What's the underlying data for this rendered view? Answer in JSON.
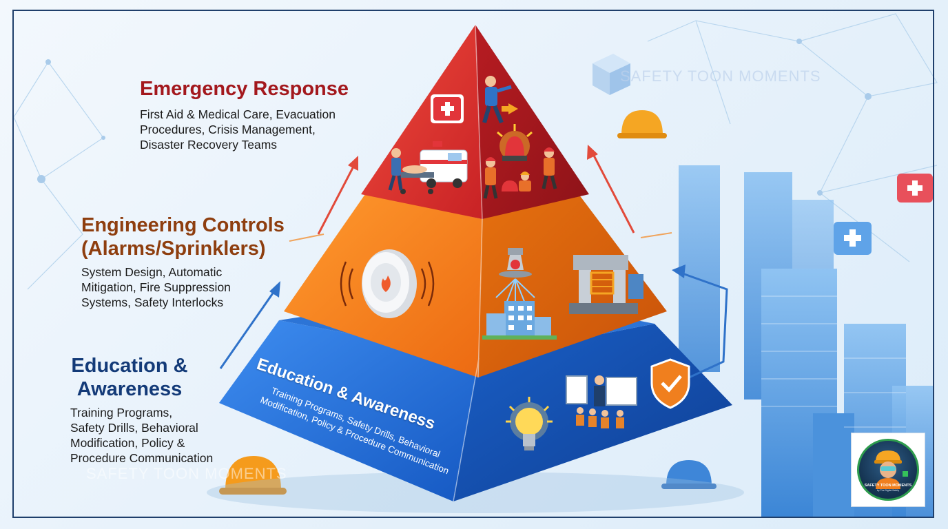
{
  "tiers": [
    {
      "id": "emergency",
      "title": "Emergency Response",
      "description": "First Aid & Medical Care, Evacuation\nProcedures, Crisis Management,\nDisaster Recovery Teams",
      "color": "#d8332e"
    },
    {
      "id": "engineering",
      "title": "Engineering Controls\n(Alarms/Sprinklers)",
      "description": "System Design, Automatic\nMitigation, Fire Suppression\nSystems, Safety Interlocks",
      "color": "#f07f1e"
    },
    {
      "id": "education",
      "title": "Education &\nAwareness",
      "description": "Training Programs,\nSafety Drills, Behavioral\nModification, Policy &\nProcedure Communication",
      "color": "#1f6fd1"
    }
  ],
  "base_face": {
    "title": "Education & Awareness",
    "line1": "Training Programs, Safety Drills, Behavioral",
    "line2": "Modification, Policy & Procedure Communication"
  },
  "watermark": "SAFETY TOON MOMENTS",
  "logo": {
    "text": "SAFETY TOON MOMENTS",
    "subtext": "by The Digital Safety"
  },
  "icons": [
    "first-aid-kit-icon",
    "evacuating-person-icon",
    "ambulance-icon",
    "stretcher-icon",
    "warning-beacon-icon",
    "firefighter-icon",
    "smoke-alarm-icon",
    "sprinkler-icon",
    "building-icon",
    "machine-guard-icon",
    "lightbulb-icon",
    "classroom-training-icon",
    "shield-check-icon",
    "hard-hat-icon",
    "city-skyline-icon",
    "arrow-up-icon"
  ]
}
